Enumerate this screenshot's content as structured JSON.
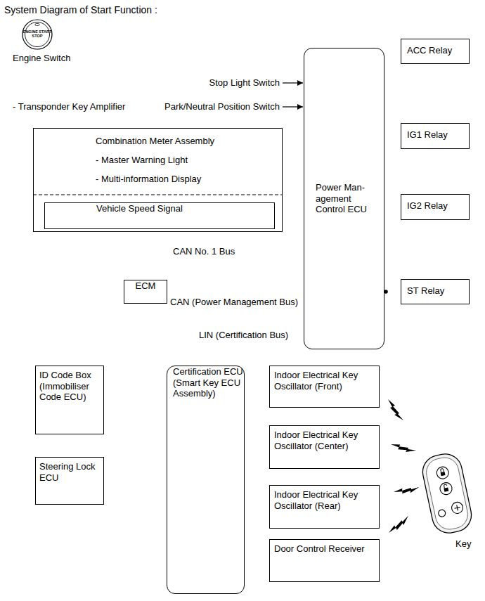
{
  "diagram": {
    "title": "System Diagram of Start Function :",
    "nodes": [
      {
        "text": [
          "ENGINE START STOP",
          "Engine Switch"
        ]
      },
      {
        "text": [
          "Power Man- agement Control ECU"
        ]
      },
      {
        "text": [
          "ACC Relay"
        ]
      },
      {
        "text": [
          "IG1 Relay"
        ]
      },
      {
        "text": [
          "IG2 Relay"
        ]
      },
      {
        "text": [
          "ST Relay"
        ]
      },
      {
        "text": [
          "Combination Meter Assembly",
          "- Master Warning Light",
          "- Multi-information Display"
        ]
      },
      {
        "text": [
          "Vehicle Speed Signal"
        ],
        "in": 6
      },
      {
        "text": [
          "ECM"
        ]
      },
      {
        "text": [
          "ID Code Box (Immobiliser Code ECU)"
        ]
      },
      {
        "text": [
          "Steering Lock ECU"
        ]
      },
      {
        "text": [
          "Certification ECU (Smart Key ECU Assembly)"
        ]
      },
      {
        "text": [
          "Indoor Electrical Key Oscillator (Front)"
        ]
      },
      {
        "text": [
          "Indoor Electrical Key Oscillator (Center)"
        ]
      },
      {
        "text": [
          "Indoor Electrical Key Oscillator (Rear)"
        ]
      },
      {
        "text": [
          "Door Control Receiver"
        ]
      },
      {
        "text": [
          "Key"
        ]
      }
    ],
    "edges": [
      {
        "from": 0,
        "to": 1,
        "arrow": "to"
      },
      {
        "from": 0,
        "to": 11,
        "arrow": "to"
      },
      {
        "from": 1,
        "to": 2,
        "arrow": "to"
      },
      {
        "from": 1,
        "to": 3,
        "arrow": "to"
      },
      {
        "from": 1,
        "to": 4,
        "arrow": "to"
      },
      {
        "from": 1,
        "to": 5,
        "arrow": "to"
      },
      {
        "from": 7,
        "to": 1,
        "arrow": "to"
      },
      {
        "from": 6,
        "to": 1,
        "arrow": "none"
      },
      {
        "from": 6,
        "to": 8,
        "arrow": "to"
      },
      {
        "from": 8,
        "to": 1,
        "arrow": "to"
      },
      {
        "from": 8,
        "to": 1,
        "arrow": "none"
      },
      {
        "from": 1,
        "to": 8,
        "arrow": "to"
      },
      {
        "from": 9,
        "to": 8,
        "arrow": "to"
      },
      {
        "from": 1,
        "to": 9,
        "arrow": "none"
      },
      {
        "from": 1,
        "to": 10,
        "arrow": "none"
      },
      {
        "from": 9,
        "to": 11,
        "arrow": "none"
      },
      {
        "from": 11,
        "to": 12,
        "arrow": "to"
      },
      {
        "from": 11,
        "to": 13,
        "arrow": "to"
      },
      {
        "from": 11,
        "to": 14,
        "arrow": "to"
      },
      {
        "from": 15,
        "to": 11,
        "arrow": "to"
      }
    ],
    "labels": [
      "Stop Light Switch",
      "- Transponder Key Amplifier",
      "Park/Neutral Position Switch",
      "CAN No. 1 Bus",
      "CAN (Power Management Bus)",
      "LIN (Certification Bus)"
    ]
  }
}
